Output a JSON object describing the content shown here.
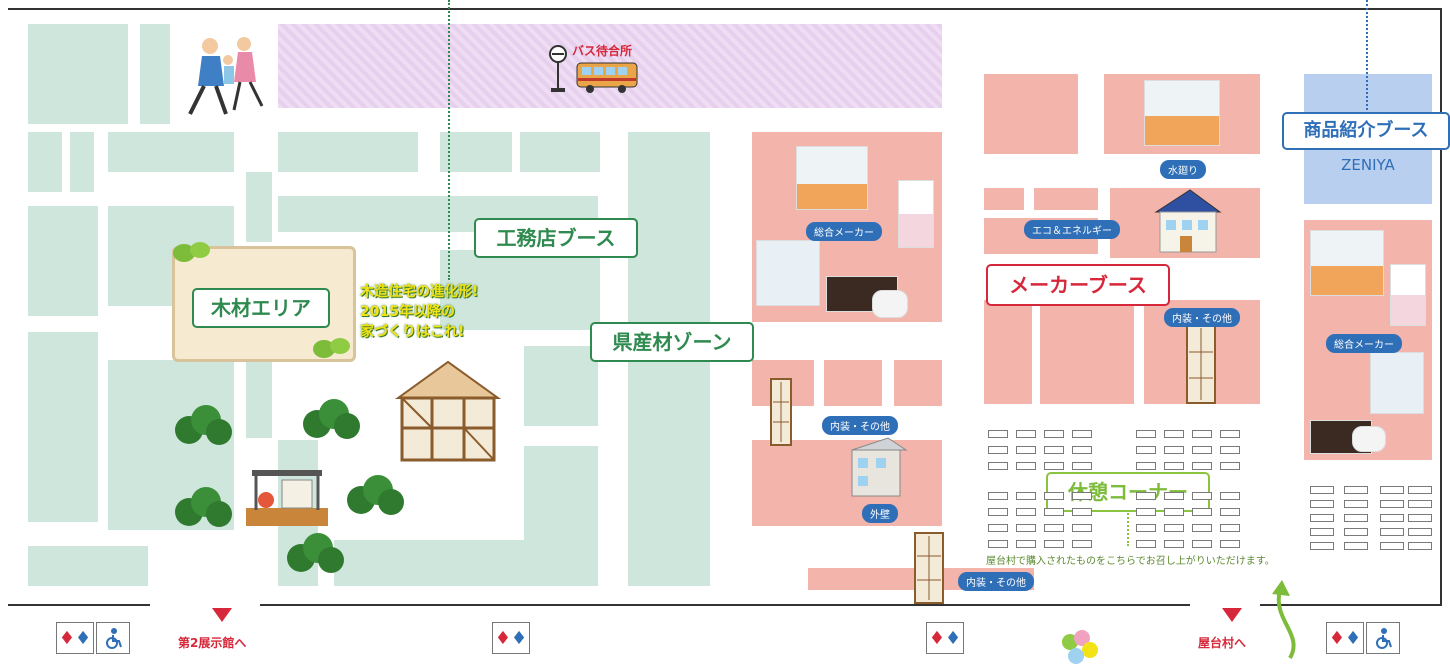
{
  "map": {
    "bus_stop_label": "バス待合所",
    "areas": {
      "wood_area": "木材エリア",
      "builder_booth": "工務店ブース",
      "prefecture_zone": "県産材ゾーン",
      "maker_booth": "メーカーブース",
      "product_booth": "商品紹介ブース",
      "product_booth_sub": "ZENIYA",
      "rest_corner": "休憩コーナー"
    },
    "wood_caption": [
      "木造住宅の進化形!",
      "2015年以降の",
      "家づくりはこれ!"
    ],
    "rest_note": "屋台村で購入されたものをこちらでお召し上がりいただけます。",
    "pills": {
      "general_maker_1": "総合メーカー",
      "water": "水廻り",
      "eco": "エコ＆エネルギー",
      "interior_1": "内装・その他",
      "interior_2": "内装・その他",
      "exterior": "外壁",
      "interior_3": "内装・その他",
      "general_maker_2": "総合メーカー"
    },
    "exits": {
      "hall2": "第2展示館へ",
      "yatai": "屋台村へ"
    },
    "colors": {
      "mint": "#cfe6dd",
      "pink": "#f3b4ab",
      "lavender": "#eeddf3",
      "blue_booth": "#b9cff0",
      "green_label": "#2f8a4f",
      "red_label": "#d6283a",
      "blue_label": "#2f6fb7",
      "caption_yellow": "#f2e316"
    }
  }
}
